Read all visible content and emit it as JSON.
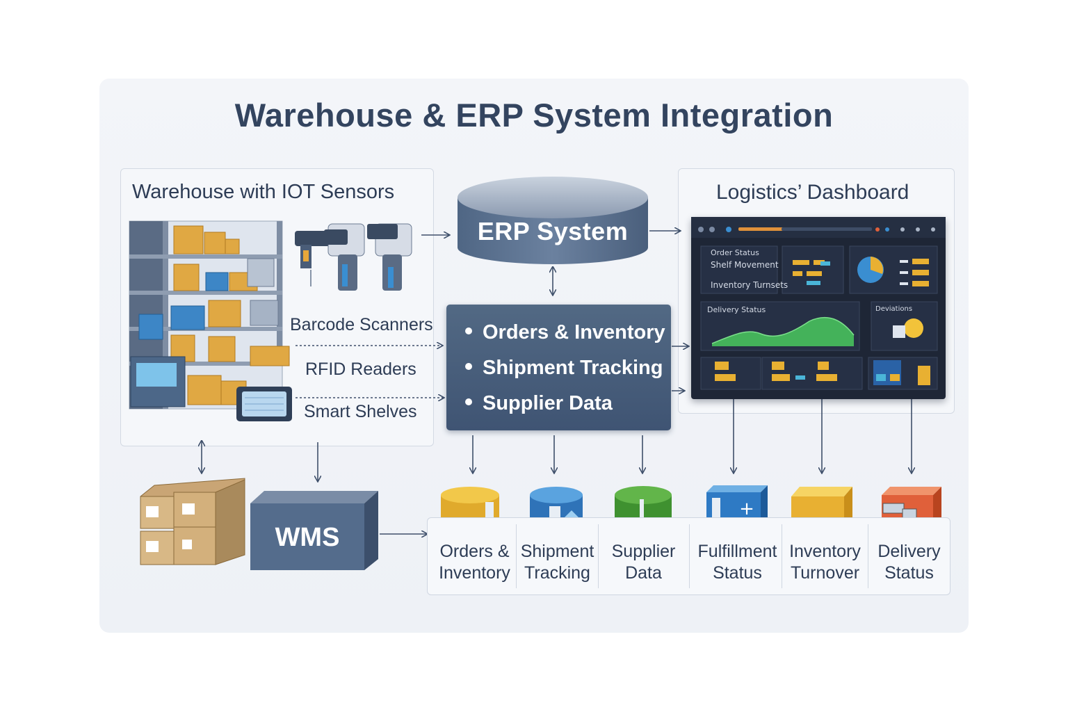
{
  "title": "Warehouse & ERP System Integration",
  "warehouse": {
    "title": "Warehouse with IOT Sensors",
    "labels": [
      "Barcode Scanners",
      "RFID Readers",
      "Smart Shelves"
    ]
  },
  "erp": {
    "title": "ERP System",
    "items": [
      "Orders & Inventory",
      "Shipment Tracking",
      "Supplier Data"
    ]
  },
  "dashboard": {
    "title": "Logistics’ Dashboard",
    "panel1": [
      "Order Status",
      "Shelf Movement",
      "Inventory Turnsets"
    ],
    "panel2_label": "Delivery Status",
    "panel3_label": "Deviations"
  },
  "wms": {
    "label": "WMS"
  },
  "bottom_items": [
    {
      "line1": "Orders &",
      "line2": "Inventory"
    },
    {
      "line1": "Shipment",
      "line2": "Tracking"
    },
    {
      "line1": "Supplier",
      "line2": "Data"
    },
    {
      "line1": "Fulfillment",
      "line2": "Status"
    },
    {
      "line1": "Inventory",
      "line2": "Turnover"
    },
    {
      "line1": "Delivery",
      "line2": "Status"
    }
  ],
  "colors": {
    "navy": "#3f5473",
    "arrow": "#3e4f6a",
    "yellow": "#e8b632",
    "blue": "#3a86c8",
    "green": "#4c9e3a",
    "orange": "#e0603a",
    "chart_green": "#44b25a"
  }
}
